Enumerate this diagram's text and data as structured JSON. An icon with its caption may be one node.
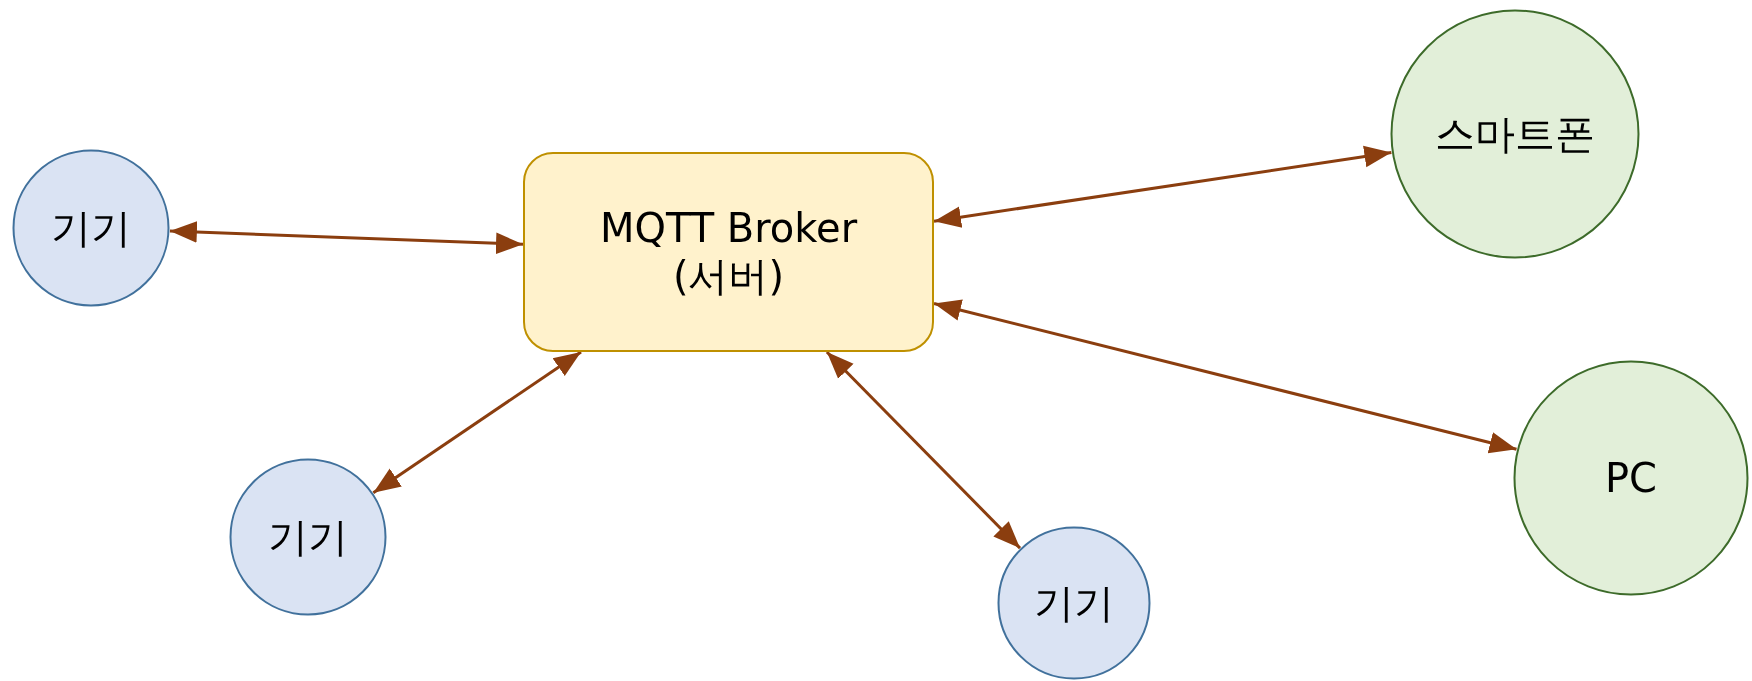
{
  "diagram": {
    "nodes": [
      {
        "text": [
          "기기"
        ]
      },
      {
        "text": [
          "MQTT Broker (서버)"
        ]
      },
      {
        "text": [
          "스마트폰"
        ]
      },
      {
        "text": [
          "기기"
        ]
      },
      {
        "text": [
          "PC"
        ]
      },
      {
        "text": [
          "기기"
        ]
      }
    ],
    "edges": [
      {
        "from": 0,
        "to": 1,
        "arrow": "both"
      },
      {
        "from": 1,
        "to": 2,
        "arrow": "both"
      },
      {
        "from": 1,
        "to": 4,
        "arrow": "both"
      },
      {
        "from": 1,
        "to": 3,
        "arrow": "both"
      },
      {
        "from": 1,
        "to": 5,
        "arrow": "both"
      }
    ]
  }
}
